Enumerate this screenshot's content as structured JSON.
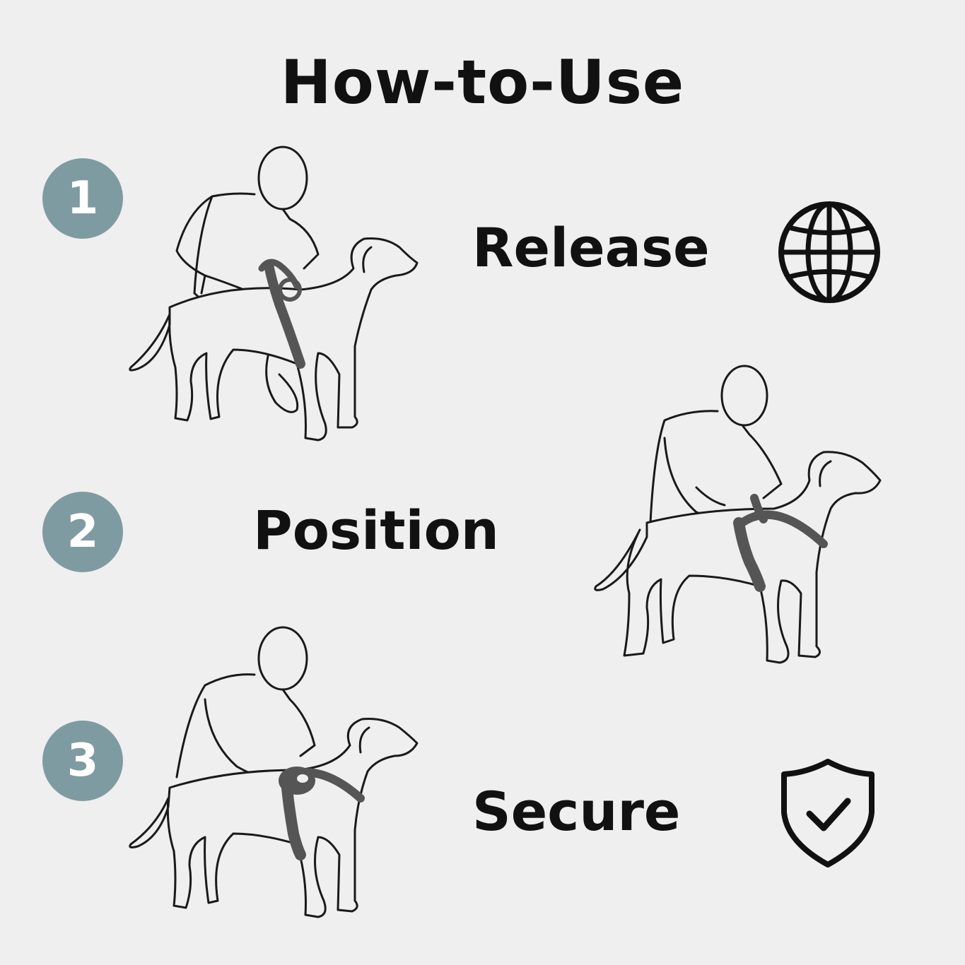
{
  "title": "How-to-Use",
  "colors": {
    "background": "#efefef",
    "badge": "#7f9ba2",
    "strap": "#555555",
    "text": "#111111"
  },
  "steps": [
    {
      "number": "1",
      "label": "Release",
      "icon": "globe-icon",
      "illustration": "person-releasing-harness-on-dog"
    },
    {
      "number": "2",
      "label": "Position",
      "illustration": "person-positioning-harness-on-dog"
    },
    {
      "number": "3",
      "label": "Secure",
      "icon": "shield-check-icon",
      "illustration": "person-securing-harness-on-dog"
    }
  ]
}
